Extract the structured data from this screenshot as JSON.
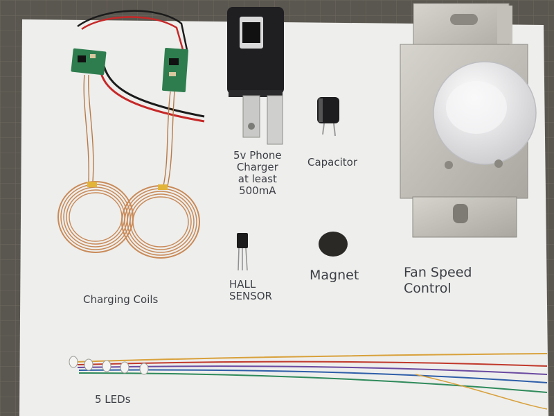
{
  "colors": {
    "mat": "#5a5750",
    "paper": "#eeeeec",
    "ink": "#3c3f46",
    "copper": "#c98a58",
    "pcb": "#2e7d4f",
    "charger": "#1f1f22",
    "plate": "#b9b7b0",
    "knob": "#e9e9ea"
  },
  "labels": {
    "charger": "5v Phone\nCharger\nat least\n500mA",
    "capacitor": "Capacitor",
    "hall": "HALL\nSENSOR",
    "magnet": "Magnet",
    "fan": "Fan Speed\nControl",
    "coils": "Charging Coils",
    "leds": "5 LEDs"
  }
}
